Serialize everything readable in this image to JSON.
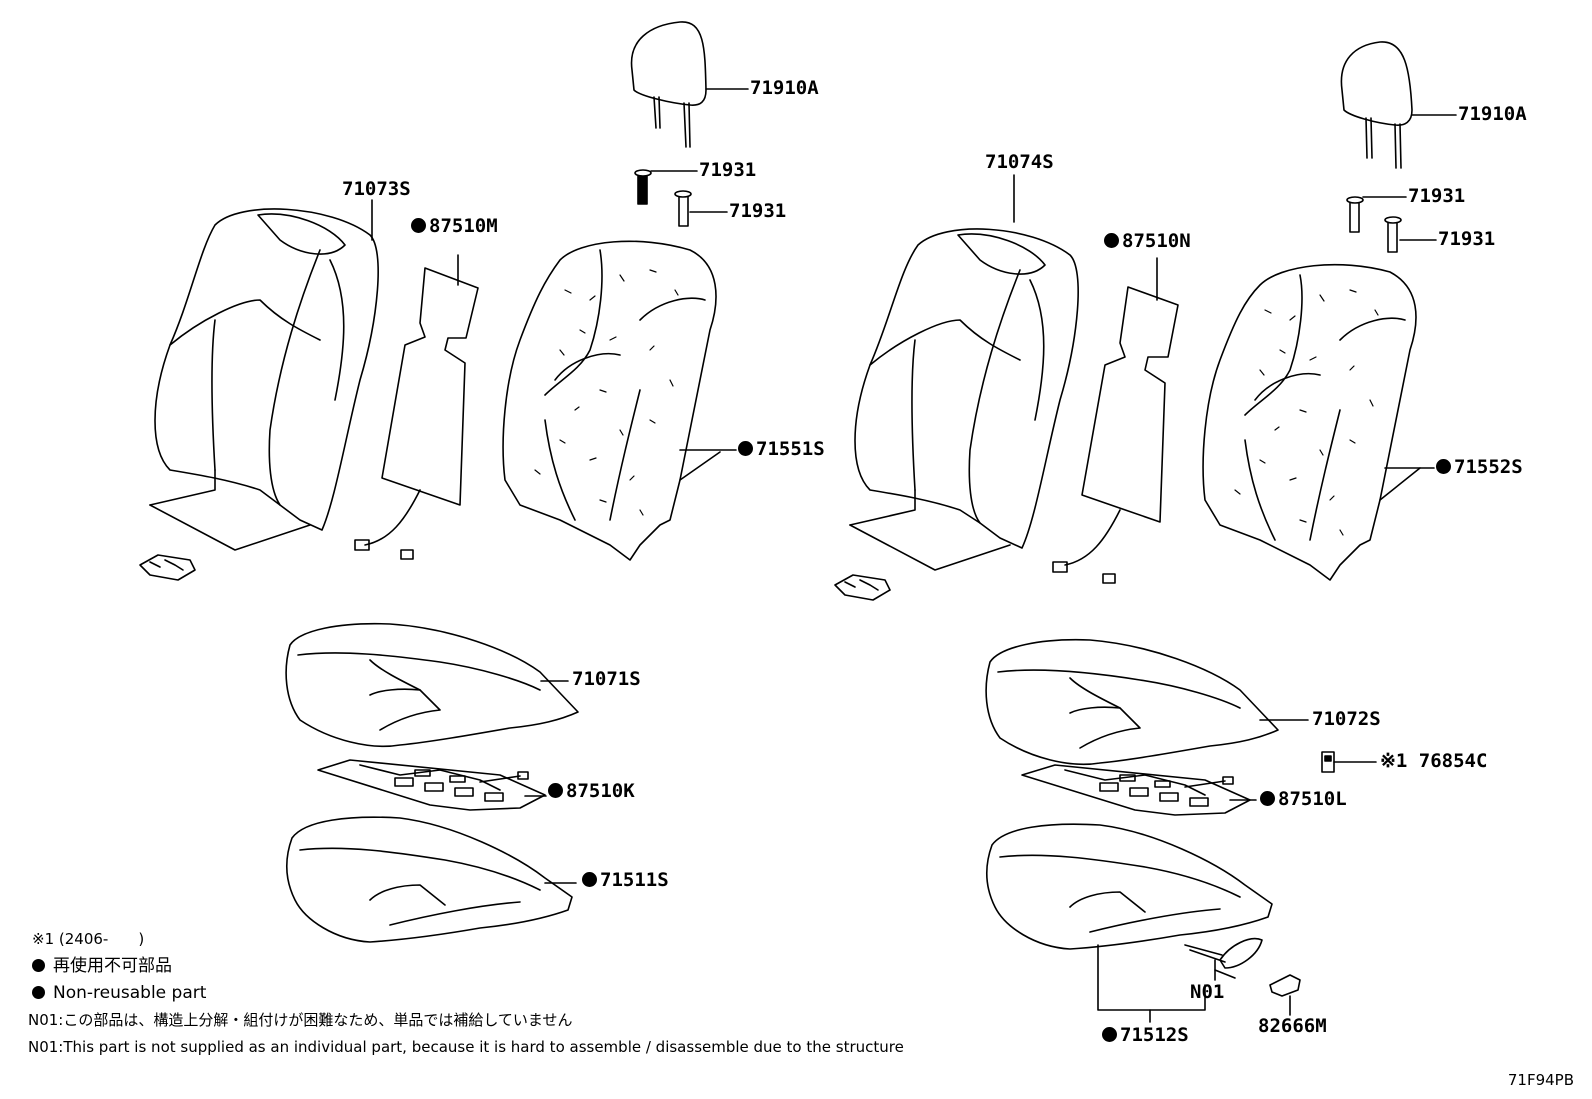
{
  "callouts": {
    "headrest_left": "71910A",
    "support_left_1": "71931",
    "support_left_2": "71931",
    "back_cover_left": "71073S",
    "back_heater_left": "87510M",
    "back_pad_left": "71551S",
    "headrest_right": "71910A",
    "support_right_1": "71931",
    "support_right_2": "71931",
    "back_cover_right": "71074S",
    "back_heater_right": "87510N",
    "back_pad_right": "71552S",
    "cushion_cover_left": "71071S",
    "cushion_heater_left": "87510K",
    "cushion_pad_left": "71511S",
    "cushion_cover_right": "71072S",
    "sensor_right": "※1 76854C",
    "cushion_heater_right": "87510L",
    "cushion_pad_right": "71512S",
    "n01_label": "N01",
    "clip_right": "82666M"
  },
  "non_reusable_marked": [
    "87510M",
    "71551S",
    "87510N",
    "71552S",
    "87510K",
    "71511S",
    "87510L",
    "71512S"
  ],
  "legend": {
    "note1": "※1 (2406-　　)",
    "non_reusable_jp": "再使用不可部品",
    "non_reusable_en": "Non-reusable part",
    "n01_jp": "N01:この部品は、構造上分解・組付けが困難なため、単品では補給していません",
    "n01_en": "N01:This part is not supplied as an individual part, because it is hard to assemble / disassemble due to the structure"
  },
  "diagram_code": "71F94PB"
}
